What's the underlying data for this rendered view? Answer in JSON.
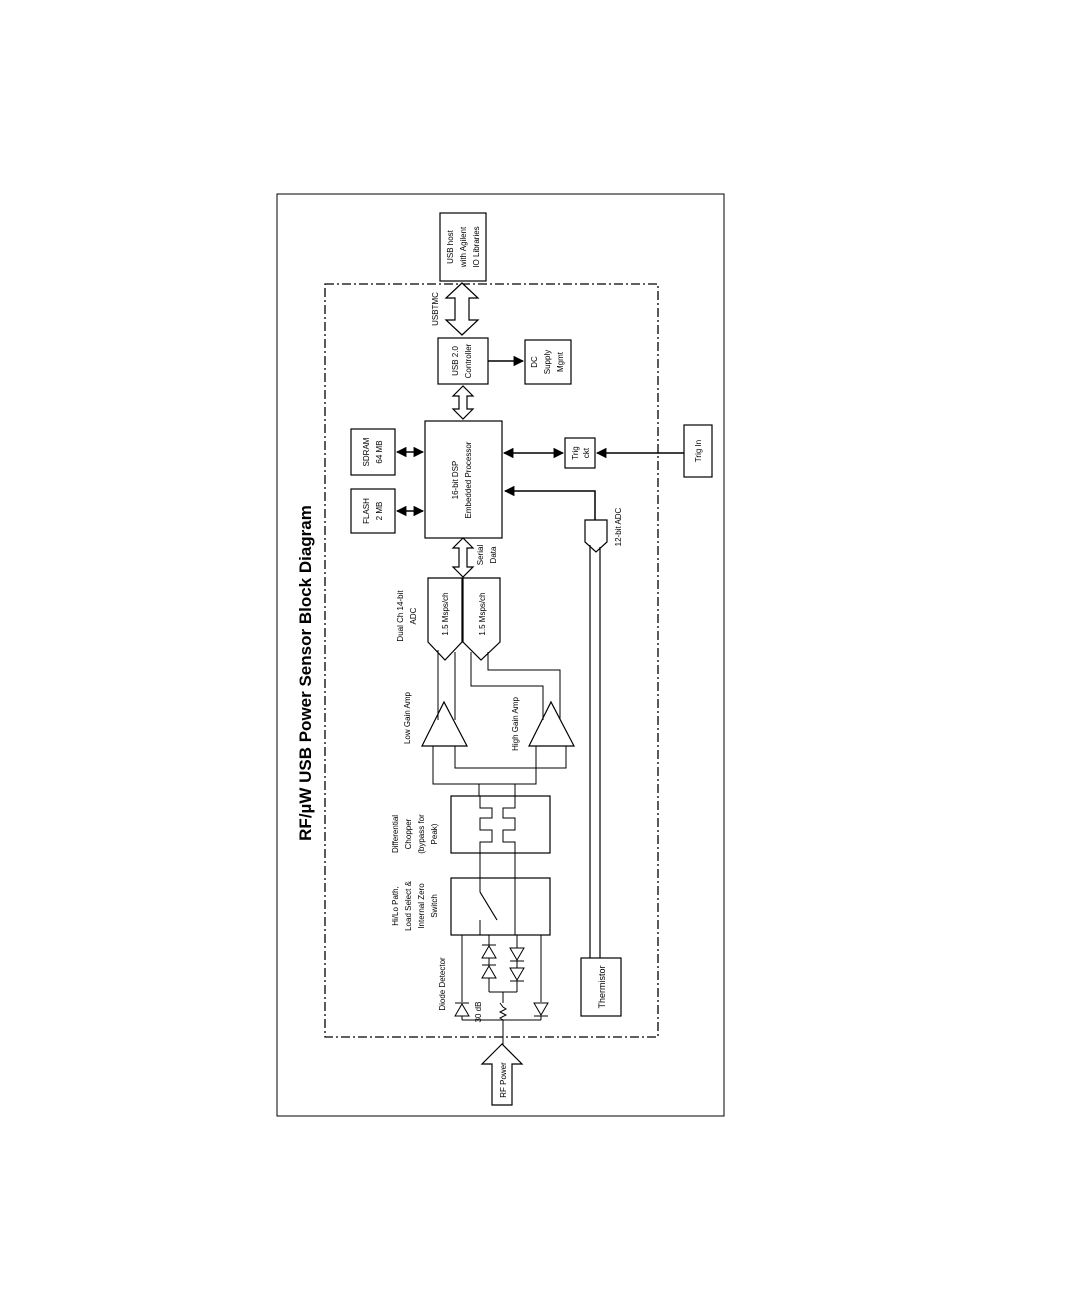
{
  "title": "RF/µW USB Power Sensor Block Diagram",
  "blocks": {
    "usb_host": [
      "USB host",
      "with Agilent",
      "IO Libraries"
    ],
    "usb_controller": [
      "USB 2.0",
      "Controller"
    ],
    "dc_supply": [
      "DC",
      "Supply",
      "Mgmt"
    ],
    "sdram": [
      "SDRAM",
      "64 MB"
    ],
    "flash": [
      "FLASH",
      "2 MB"
    ],
    "dsp": [
      "16-bit DSP",
      "Embedded Processor"
    ],
    "trig_ckt": [
      "Trig",
      "ckt"
    ],
    "trig_in": "Trig In",
    "thermistor": "Thermistor",
    "rf_power": "RF Power"
  },
  "labels": {
    "usbtmc": "USBTMC",
    "serial_data": [
      "Serial",
      "Data"
    ],
    "adc_12bit": "12-bit ADC",
    "dual_adc": [
      "Dual Ch 14-bit",
      "ADC"
    ],
    "adc_rate_1": "1.5 Msps/ch",
    "adc_rate_2": "1.5 Msps/ch",
    "low_gain_amp": "Low Gain Amp",
    "high_gain_amp": "High Gain Amp",
    "chopper": [
      "Differential",
      "Chopper",
      "(bypass for",
      "Peak)"
    ],
    "switch": [
      "Hi/Lo Path,",
      "Load Select &",
      "Internal Zero",
      "Switch"
    ],
    "diode_detector": "Diode Detector",
    "attenuator": "30 dB"
  }
}
